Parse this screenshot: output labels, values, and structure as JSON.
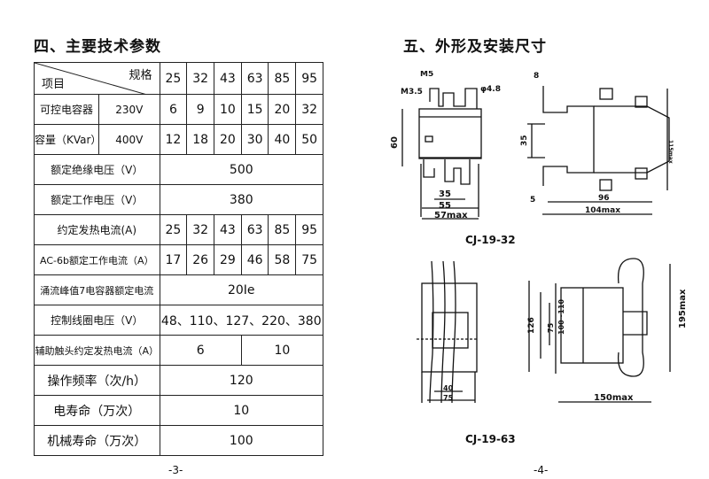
{
  "left": {
    "title": "四、主要技术参数",
    "page": "-3-"
  },
  "right": {
    "title": "五、外形及安装尺寸",
    "page": "-4-"
  },
  "table": {
    "header": {
      "spec": "规格",
      "item": "项目",
      "models": [
        "25",
        "32",
        "43",
        "63",
        "85",
        "95"
      ]
    },
    "capacity_label1": "可控电容器",
    "capacity_label2": "容量（KVar）",
    "rows_cap": [
      {
        "voltage": "230V",
        "values": [
          "6",
          "9",
          "10",
          "15",
          "20",
          "32"
        ]
      },
      {
        "voltage": "400V",
        "values": [
          "12",
          "18",
          "20",
          "30",
          "40",
          "50"
        ]
      }
    ],
    "insulation": {
      "label": "额定绝缘电压（V）",
      "value": "500"
    },
    "working_voltage": {
      "label": "额定工作电压（V）",
      "value": "380"
    },
    "thermal_current": {
      "label": "约定发热电流(A)",
      "values": [
        "25",
        "32",
        "43",
        "63",
        "85",
        "95"
      ]
    },
    "ac6b_current": {
      "label": "AC-6b额定工作电流（A）",
      "values": [
        "17",
        "26",
        "29",
        "46",
        "58",
        "75"
      ]
    },
    "inrush": {
      "label": "涌流峰值7电容器额定电流",
      "value": "20Ie"
    },
    "coil_voltage": {
      "label": "控制线圈电压（V）",
      "value": "48、110、127、220、380"
    },
    "aux_current": {
      "label": "辅助触头约定发热电流（A）",
      "values": [
        "6",
        "10"
      ]
    },
    "frequency": {
      "label": "操作频率（次/h）",
      "value": "120"
    },
    "electrical_life": {
      "label": "电寿命（万次）",
      "value": "10"
    },
    "mechanical_life": {
      "label": "机械寿命（万次）",
      "value": "100"
    }
  },
  "diagram1": {
    "caption": "CJ-19-32",
    "dims": {
      "m5": "M5",
      "m35": "M3.5",
      "phi": "φ4.8",
      "h60": "60",
      "w35": "35",
      "w55": "55",
      "w57": "57max",
      "d8": "8",
      "d35": "35",
      "h115": "115max",
      "d5": "5",
      "d96": "96",
      "d104": "104max"
    }
  },
  "diagram2": {
    "caption": "CJ-19-63",
    "dims": {
      "w40": "40",
      "w75": "75",
      "h126": "126",
      "h100": "100~110",
      "h75": "75",
      "d150": "150max",
      "h195": "195max"
    }
  }
}
